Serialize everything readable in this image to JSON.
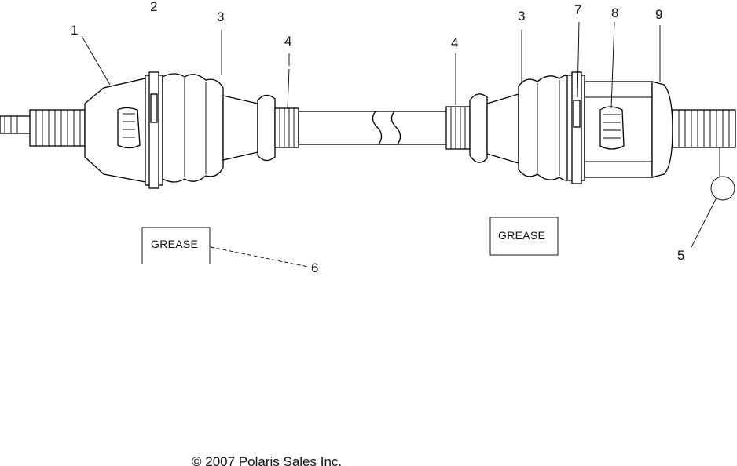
{
  "callouts": [
    {
      "id": "c1",
      "label": "1"
    },
    {
      "id": "c2",
      "label": "2"
    },
    {
      "id": "c3a",
      "label": "3"
    },
    {
      "id": "c3b",
      "label": "3"
    },
    {
      "id": "c4a",
      "label": "4"
    },
    {
      "id": "c4b",
      "label": "4"
    },
    {
      "id": "c5",
      "label": "5"
    },
    {
      "id": "c6",
      "label": "6"
    },
    {
      "id": "c7",
      "label": "7"
    },
    {
      "id": "c8",
      "label": "8"
    },
    {
      "id": "c9",
      "label": "9"
    }
  ],
  "grease_labels": [
    "GREASE",
    "GREASE"
  ],
  "copyright": "© 2007 Polaris Sales Inc."
}
